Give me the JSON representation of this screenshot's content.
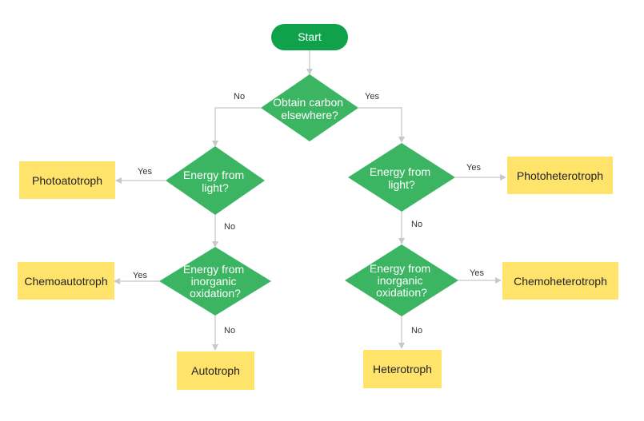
{
  "colors": {
    "start_fill": "#10a24a",
    "decision_fill": "#3cb563",
    "result_fill": "#ffe36b",
    "connector": "#c8c8c8",
    "node_text_light": "#ffffff",
    "node_text_dark": "#222222"
  },
  "nodes": {
    "start": "Start",
    "carbon": [
      "Obtain carbon",
      "elsewhere?"
    ],
    "light_left": [
      "Energy from",
      "light?"
    ],
    "light_right": [
      "Energy from",
      "light?"
    ],
    "inorganic_left": [
      "Energy from",
      "inorganic",
      "oxidation?"
    ],
    "inorganic_right": [
      "Energy from",
      "inorganic",
      "oxidation?"
    ],
    "photoautotroph": "Photoatotroph",
    "chemoautotroph": "Chemoautotroph",
    "autotroph": "Autotroph",
    "photoheterotroph": "Photoheterotroph",
    "chemoheterotroph": "Chemoheterotroph",
    "heterotroph": "Heterotroph"
  },
  "edges": {
    "carbon_no": "No",
    "carbon_yes": "Yes",
    "light_left_yes": "Yes",
    "light_left_no": "No",
    "inorganic_left_yes": "Yes",
    "inorganic_left_no": "No",
    "light_right_yes": "Yes",
    "light_right_no": "No",
    "inorganic_right_yes": "Yes",
    "inorganic_right_no": "No"
  }
}
